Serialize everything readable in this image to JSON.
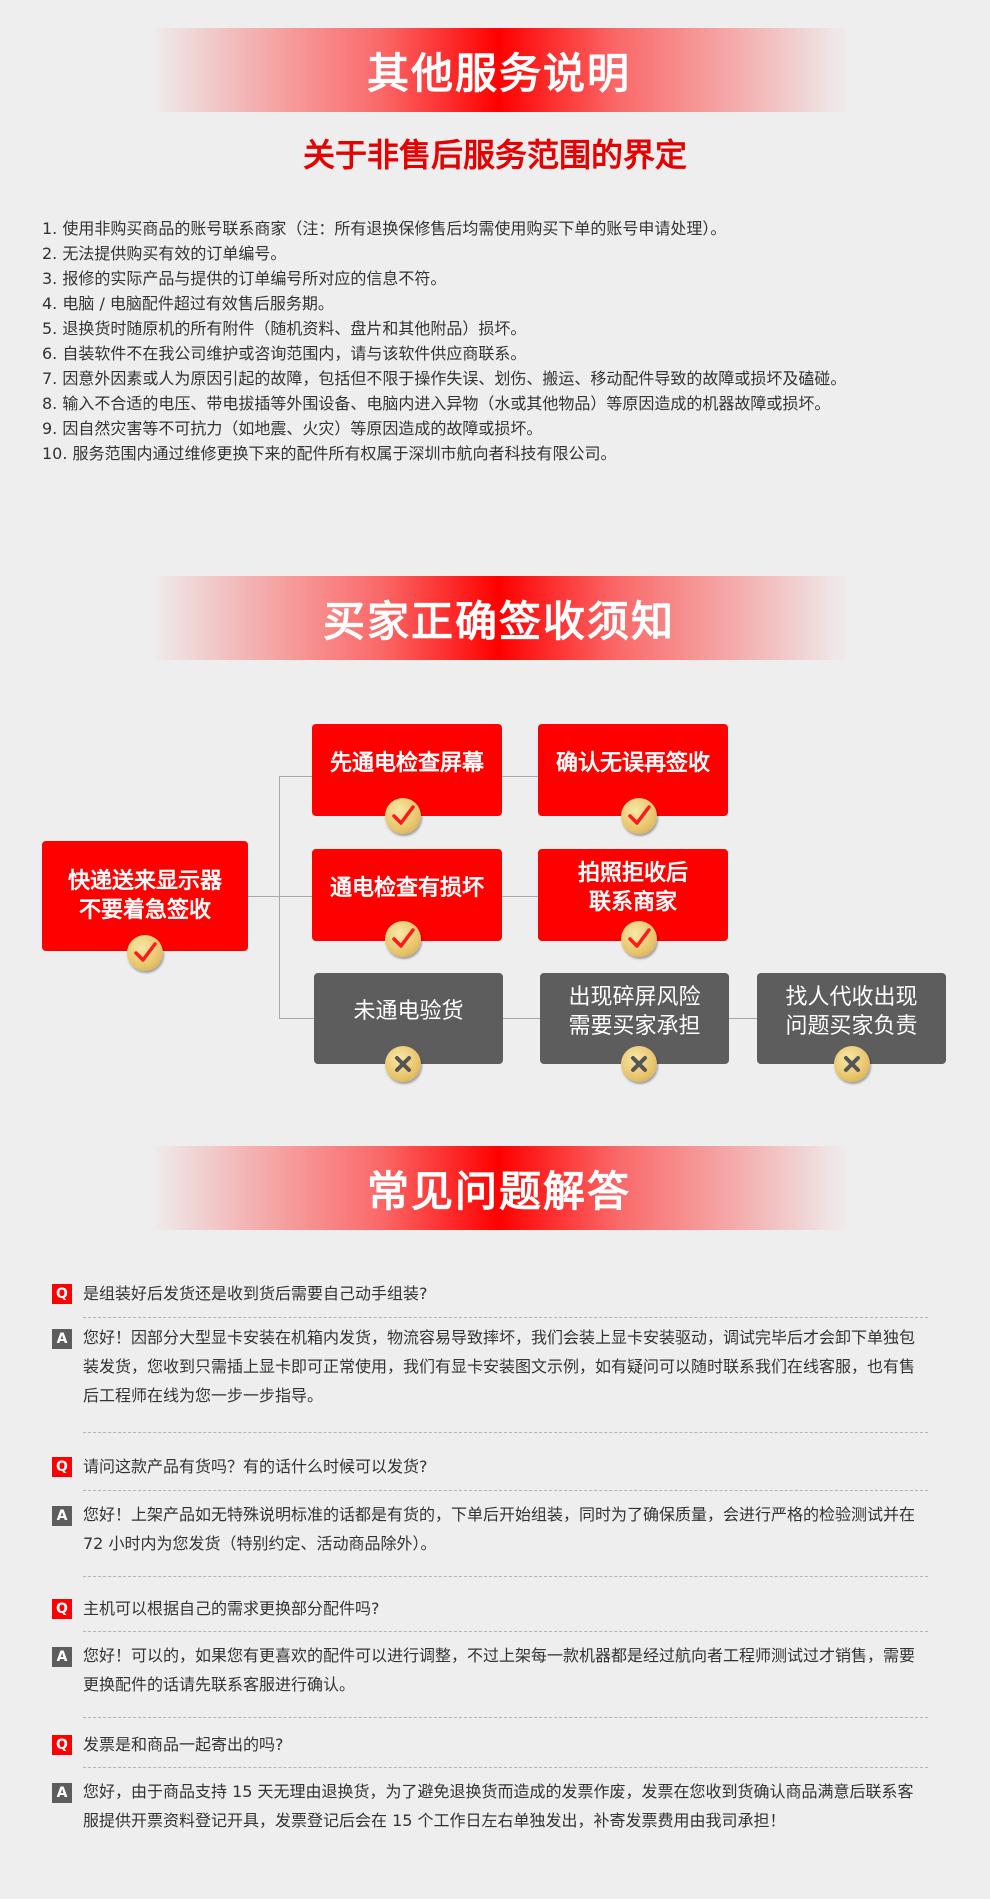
{
  "section1": {
    "banner_title": "其他服务说明",
    "subtitle": "关于非售后服务范围的界定",
    "rules": [
      "1. 使用非购买商品的账号联系商家（注：所有退换保修售后均需使用购买下单的账号申请处理）。",
      "2. 无法提供购买有效的订单编号。",
      "3. 报修的实际产品与提供的订单编号所对应的信息不符。",
      "4. 电脑 / 电脑配件超过有效售后服务期。",
      "5. 退换货时随原机的所有附件（随机资料、盘片和其他附品）损坏。",
      "6. 自装软件不在我公司维护或咨询范围内，请与该软件供应商联系。",
      "7. 因意外因素或人为原因引起的故障，包括但不限于操作失误、划伤、搬运、移动配件导致的故障或损坏及磕碰。",
      "8. 输入不合适的电压、带电拔插等外围设备、电脑内进入异物（水或其他物品）等原因造成的机器故障或损坏。",
      "9. 因自然灾害等不可抗力（如地震、火灾）等原因造成的故障或损坏。",
      "10. 服务范围内通过维修更换下来的配件所有权属于深圳市航向者科技有限公司。"
    ]
  },
  "section2": {
    "banner_title": "买家正确签收须知",
    "diagram": {
      "start": {
        "label": "快递送来显示器\n不要着急签收",
        "status": "check-icon"
      },
      "rows": [
        {
          "step": {
            "label": "先通电检查屏幕",
            "status": "check-icon"
          },
          "result": {
            "label": "确认无误再签收",
            "status": "check-icon"
          }
        },
        {
          "step": {
            "label": "通电检查有损坏",
            "status": "check-icon"
          },
          "result": {
            "label": "拍照拒收后\n联系商家",
            "status": "check-icon"
          }
        },
        {
          "step": {
            "label": "未通电验货",
            "status": "x-icon"
          },
          "result": {
            "label": "出现碎屏风险\n需要买家承担",
            "status": "x-icon"
          },
          "extra": {
            "label": "找人代收出现\n问题买家负责",
            "status": "x-icon"
          }
        }
      ]
    },
    "colors": {
      "positive": "#ff0000",
      "negative": "#5d5d5d",
      "badge": "#e8c46a"
    }
  },
  "section3": {
    "banner_title": "常见问题解答",
    "q_tag": "Q",
    "a_tag": "A",
    "faqs": [
      {
        "q": "是组装好后发货还是收到货后需要自己动手组装?",
        "a": "您好！因部分大型显卡安装在机箱内发货，物流容易导致摔坏，我们会装上显卡安装驱动，调试完毕后才会卸下单独包装发货，您收到只需插上显卡即可正常使用，我们有显卡安装图文示例，如有疑问可以随时联系我们在线客服，也有售后工程师在线为您一步一步指导。"
      },
      {
        "q": "请问这款产品有货吗？有的话什么时候可以发货?",
        "a": "您好！上架产品如无特殊说明标准的话都是有货的，下单后开始组装，同时为了确保质量，会进行严格的检验测试并在 72 小时内为您发货（特别约定、活动商品除外）。"
      },
      {
        "q": "主机可以根据自己的需求更换部分配件吗?",
        "a": "您好！可以的，如果您有更喜欢的配件可以进行调整，不过上架每一款机器都是经过航向者工程师测试过才销售，需要更换配件的话请先联系客服进行确认。"
      },
      {
        "q": "发票是和商品一起寄出的吗?",
        "a": "您好，由于商品支持 15 天无理由退换货，为了避免退换货而造成的发票作废，发票在您收到货确认商品满意后联系客服提供开票资料登记开具，发票登记后会在 15 个工作日左右单独发出，补寄发票费用由我司承担！"
      }
    ]
  }
}
